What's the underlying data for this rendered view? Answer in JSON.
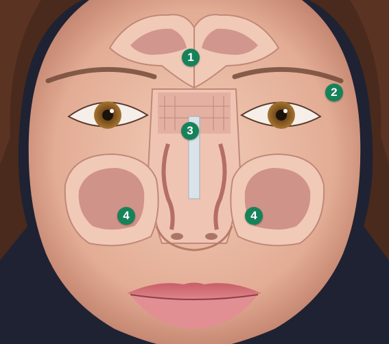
{
  "figure": {
    "subject": "sinus-anatomy-face",
    "markers": [
      {
        "id": "m1",
        "label": "1"
      },
      {
        "id": "m2",
        "label": "2"
      },
      {
        "id": "m3",
        "label": "3"
      },
      {
        "id": "m4a",
        "label": "4"
      },
      {
        "id": "m4b",
        "label": "4"
      }
    ]
  },
  "colors": {
    "marker": "#17825a",
    "background": "#1f2233",
    "skin": "#e9b8a2",
    "sinus_wall": "#f1c9b7",
    "sinus_cavity": "#c98a83",
    "lips": "#d8727a",
    "hair": "#4a2a1c",
    "iris": "#8a5a22"
  }
}
